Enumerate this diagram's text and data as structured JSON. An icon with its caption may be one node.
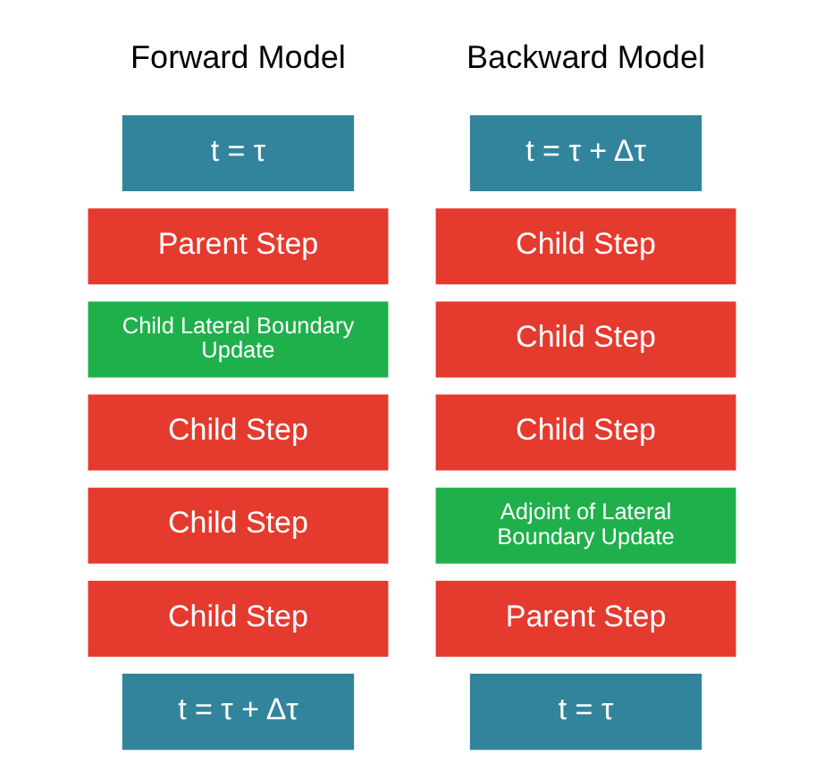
{
  "diagram": {
    "nodes": [
      {
        "text": [
          "t = τ"
        ]
      },
      {
        "text": [
          "Parent Step"
        ]
      },
      {
        "text": [
          "Child Lateral Boundary Update"
        ]
      },
      {
        "text": [
          "Child Step"
        ]
      },
      {
        "text": [
          "Child Step"
        ]
      },
      {
        "text": [
          "Child Step"
        ]
      },
      {
        "text": [
          "t = τ + Δτ"
        ]
      },
      {
        "text": [
          "t = τ + Δτ"
        ]
      },
      {
        "text": [
          "Child Step"
        ]
      },
      {
        "text": [
          "Child Step"
        ]
      },
      {
        "text": [
          "Child Step"
        ]
      },
      {
        "text": [
          "Adjoint of Lateral Boundary Update"
        ]
      },
      {
        "text": [
          "Parent Step"
        ]
      },
      {
        "text": [
          "t = τ"
        ]
      }
    ],
    "edges": [],
    "labels": [
      "Forward Model",
      "Backward Model"
    ]
  }
}
